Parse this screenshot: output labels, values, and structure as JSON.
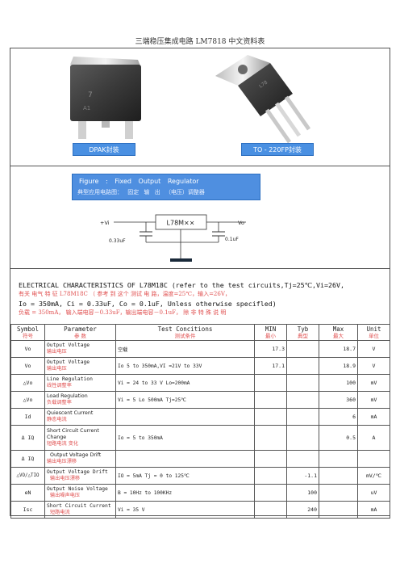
{
  "doc_title": "三端稳压集成电路 LM7818 中文资料表",
  "packages": {
    "dpak_label": "DPAK封装",
    "to220_label": "TO - 220FP封装"
  },
  "figure": {
    "title_en": [
      "Figure",
      ":",
      "Fixed",
      "Output",
      "Regulator"
    ],
    "title_cn": [
      "典型应用电路图：",
      "固定",
      "输 出",
      "（电压）调整器"
    ]
  },
  "circuit": {
    "vi_label": "+Vi",
    "vo_label": "Vo",
    "chip_label": "L78M××",
    "cin_label": "0.33uF",
    "cout_label": "0.1uF"
  },
  "electrical": {
    "line1": "ELECTRICAL CHARACTERISTICS OF L78M18C (refer to the test circuits,Tj=25℃,Vi=26V,",
    "line1_cn": "有关 电气      特  征       L78M18C （ 参考   到  这个 测试   电 路，温度=25℃，输入=26V，",
    "line2": "Io = 350mA,  Ci = 0.33uF,    Co = 0.1uF,    Unless otherwise specifled)",
    "line2_cn": "负载 = 350mA， 输入端电容－0.33uF，输出端电容－0.1uF，   除  非    特  殊     说  明"
  },
  "table": {
    "headers": [
      {
        "en": "Symbol",
        "cn": "符号"
      },
      {
        "en": "Parameter",
        "cn": "参  数"
      },
      {
        "en": "Test Concitions",
        "cn": "测试条件"
      },
      {
        "en": "MIN",
        "cn": "最小"
      },
      {
        "en": "Tyb",
        "cn": "典型"
      },
      {
        "en": "Max",
        "cn": "最大"
      },
      {
        "en": "Unit",
        "cn": "单位"
      }
    ],
    "rows": [
      {
        "symbol": "Vo",
        "param_en": "Output Voltage",
        "param_cn": "输出电压",
        "cond": "空载",
        "min": "17.3",
        "typ": "",
        "max": "18.7",
        "unit": "V"
      },
      {
        "symbol": "Vo",
        "param_en": "Output Voltage",
        "param_cn": "输出电压",
        "cond": "Io 5 to 350mA,VI =21V to 33V",
        "min": "17.1",
        "typ": "",
        "max": "18.9",
        "unit": "V"
      },
      {
        "symbol": "△Vo",
        "param_en": "Line Regulation",
        "param_cn": "线性调整率",
        "cond": "Vi = 24 to 33 V Lo=200mA",
        "min": "",
        "typ": "",
        "max": "100",
        "unit": "mV"
      },
      {
        "symbol": "△Vo",
        "param_en": "Load Regulation",
        "param_cn": "负载调整率",
        "cond": "Vi = 5 Lo 500mA  Tj=25℃",
        "min": "",
        "typ": "",
        "max": "360",
        "unit": "mV"
      },
      {
        "symbol": "Id",
        "param_en": "Quiescent Current",
        "param_cn": "静态电流",
        "cond": "",
        "min": "",
        "typ": "",
        "max": "6",
        "unit": "mA"
      },
      {
        "symbol": "Δ IQ",
        "param_en": "Short Circuit Current Change",
        "param_cn": "短路电流 变化",
        "cond": "Io = 5 to 350mA",
        "min": "",
        "typ": "",
        "max": "0.5",
        "unit": "A"
      },
      {
        "symbol": "Δ IQ",
        "param_en": "Output Voltage Drift",
        "param_cn": "输出电压漂移",
        "cond": "",
        "min": "",
        "typ": "",
        "max": "",
        "unit": ""
      },
      {
        "symbol": "△VO/△TIO",
        "param_en": "Output Voltage Drift",
        "param_cn": "输出电压漂移",
        "cond": " IO = 5mA  Tj = 0 to 125℃",
        "min": "",
        "typ": "-1.1",
        "max": "",
        "unit": "mV/℃"
      },
      {
        "symbol": "eN",
        "param_en": "Output Noise Voltage",
        "param_cn": "输出噪声电压",
        "cond": "B = 10Hz to 100KHz",
        "min": "",
        "typ": "100",
        "max": "",
        "unit": "uV"
      },
      {
        "symbol": "Isc",
        "param_en": "Short Circuit Current",
        "param_cn": "短路电流",
        "cond": "Vi = 35 V",
        "min": "",
        "typ": "240",
        "max": "",
        "unit": "mA"
      }
    ]
  }
}
